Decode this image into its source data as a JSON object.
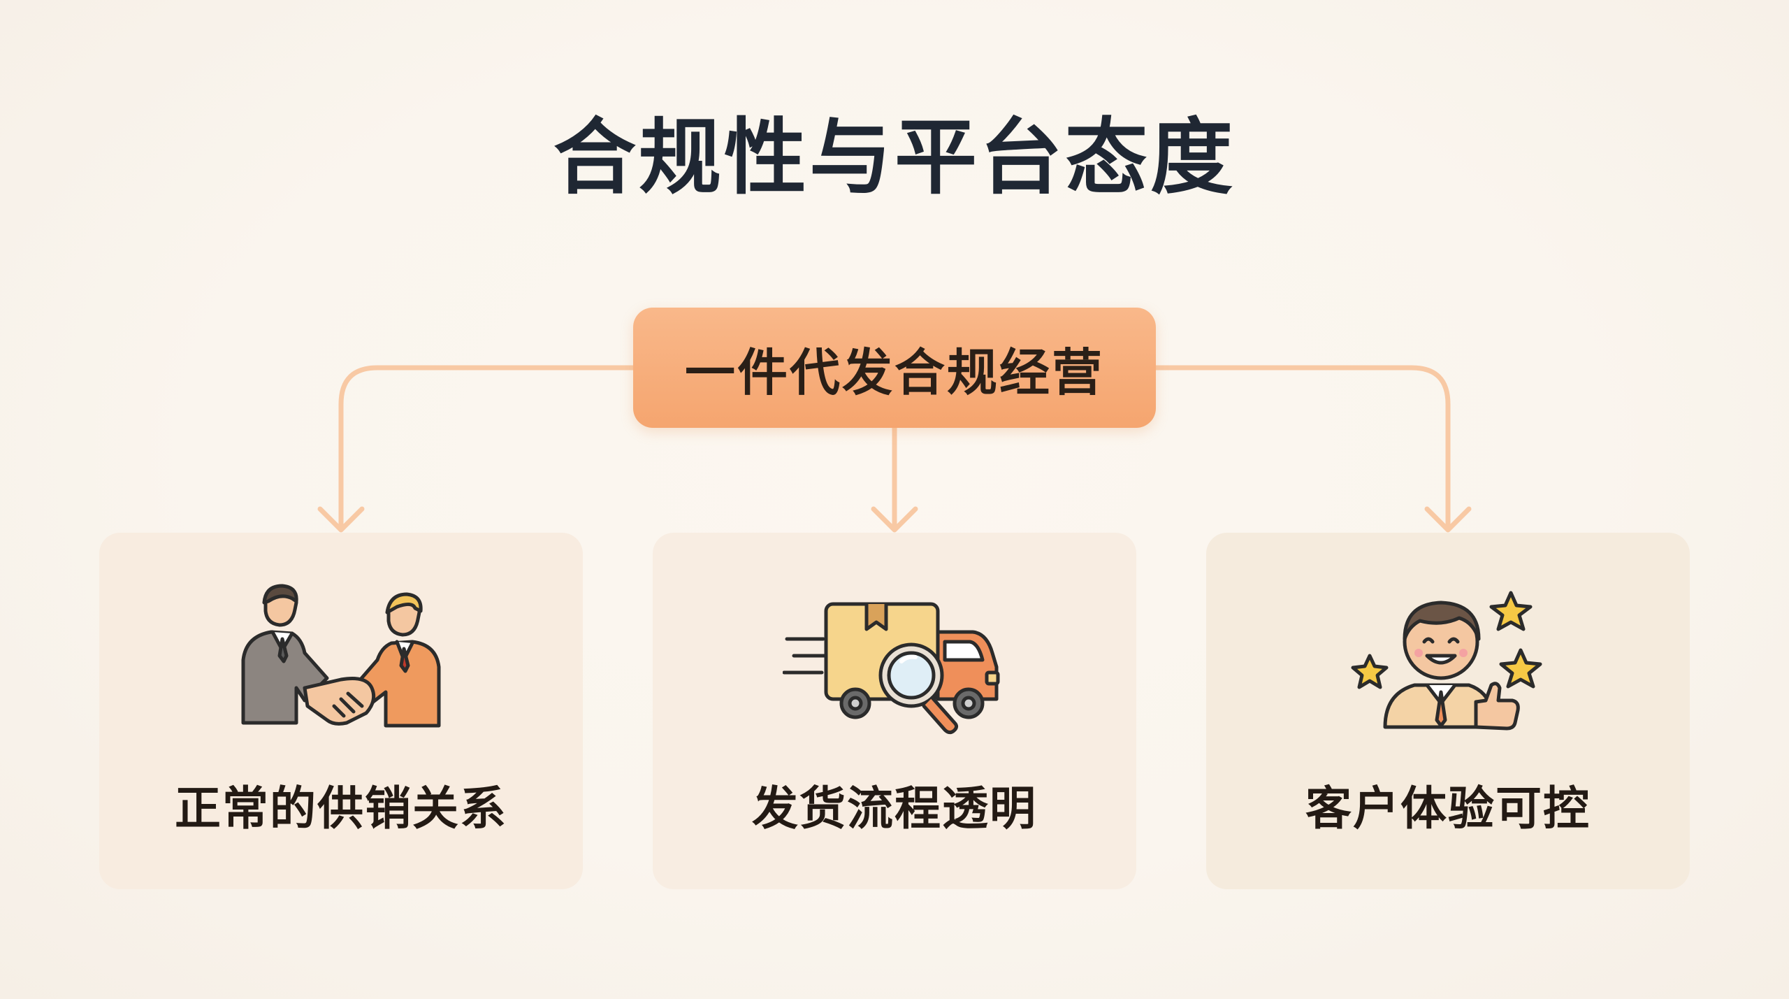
{
  "title": "合规性与平台态度",
  "root": {
    "label": "一件代发合规经营"
  },
  "cards": [
    {
      "label": "正常的供销关系",
      "icon": "handshake-icon"
    },
    {
      "label": "发货流程透明",
      "icon": "delivery-truck-magnifier-icon"
    },
    {
      "label": "客户体验可控",
      "icon": "happy-customer-stars-icon"
    }
  ],
  "colors": {
    "accent": "#f5a56f",
    "connector": "#f8c9a4",
    "title": "#1f2733",
    "card_bg": "#f8ece0"
  }
}
